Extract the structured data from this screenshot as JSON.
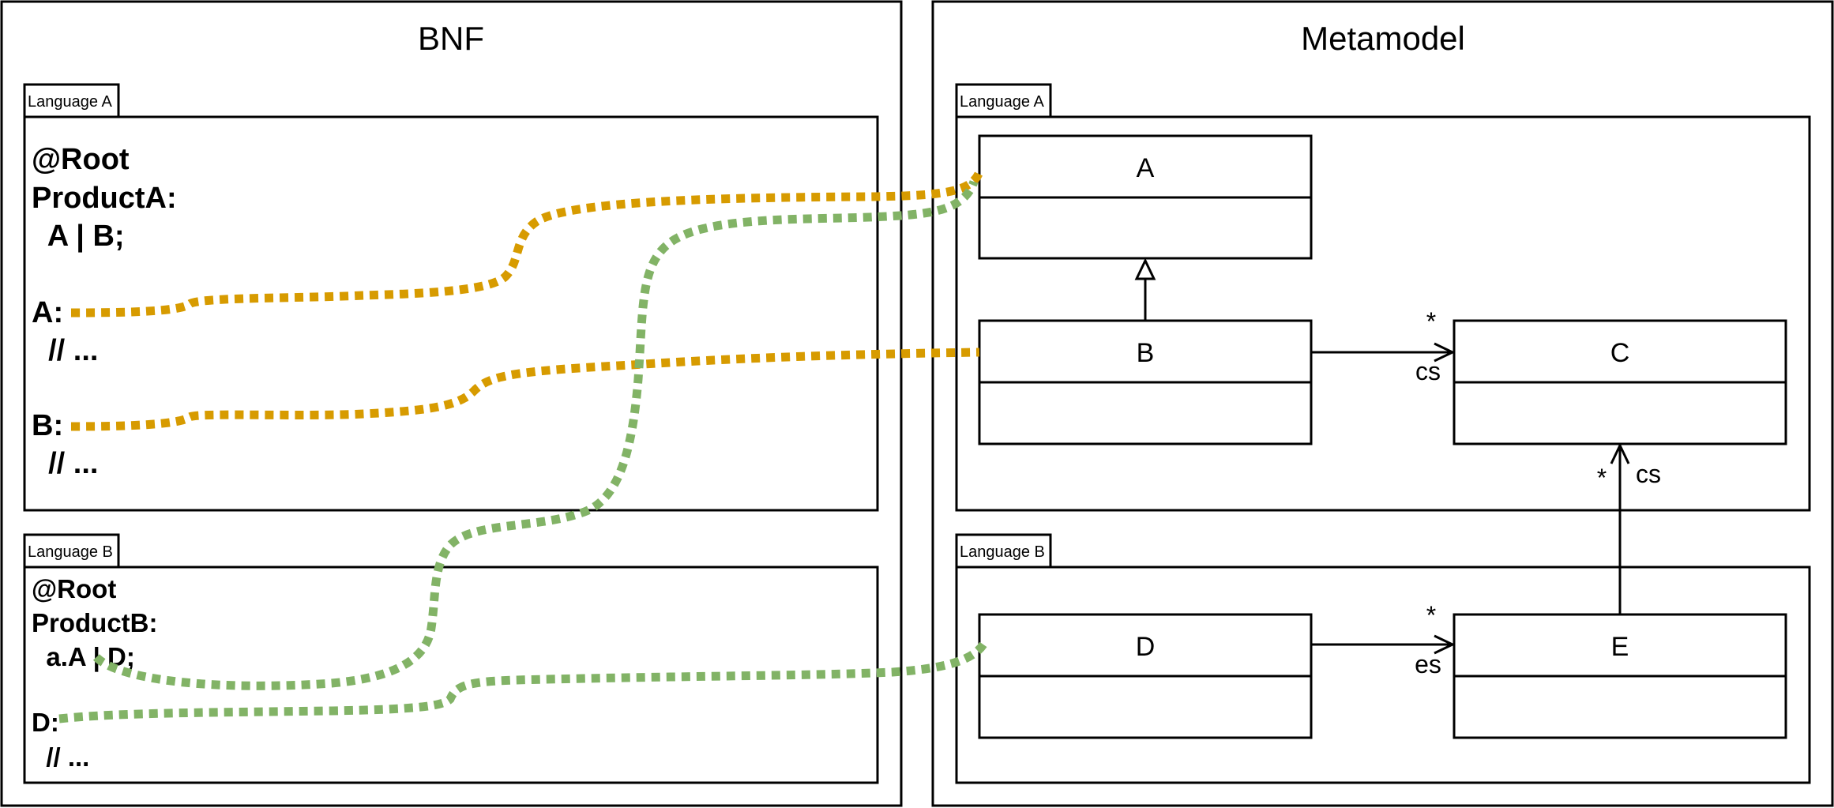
{
  "panels": {
    "bnf": {
      "title": "BNF"
    },
    "metamodel": {
      "title": "Metamodel"
    }
  },
  "bnf": {
    "language_a": {
      "tab_label": "Language A",
      "lines": [
        "@Root",
        "ProductA:",
        "  A | B;",
        "A:",
        "  // ...",
        "B:",
        "  // ..."
      ]
    },
    "language_b": {
      "tab_label": "Language B",
      "lines": [
        "@Root",
        "ProductB:",
        "  a.A | D;",
        "D:",
        "  // ..."
      ]
    }
  },
  "metamodel": {
    "language_a": {
      "tab_label": "Language A",
      "classes": [
        "A",
        "B",
        "C"
      ]
    },
    "language_b": {
      "tab_label": "Language B",
      "classes": [
        "D",
        "E"
      ]
    },
    "associations": {
      "b_to_c": {
        "role": "cs",
        "multiplicity": "*"
      },
      "e_to_c": {
        "role": "cs",
        "multiplicity": "*"
      },
      "d_to_e": {
        "role": "es",
        "multiplicity": "*"
      }
    }
  },
  "colors": {
    "link_language_a": "#D79B00",
    "link_language_b": "#82B366",
    "stroke": "#000000"
  }
}
